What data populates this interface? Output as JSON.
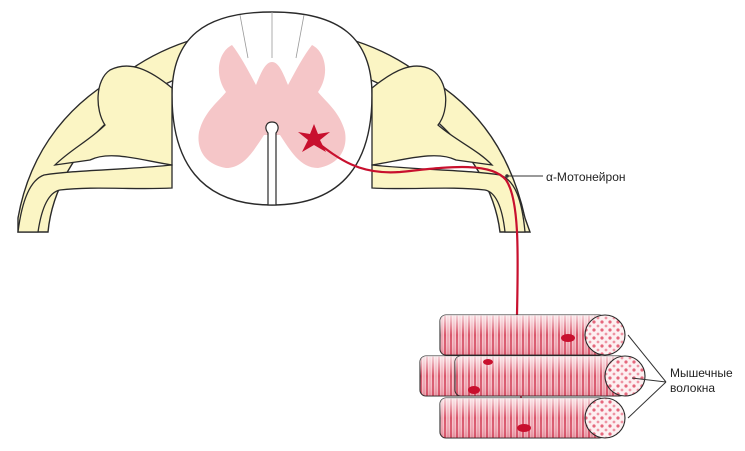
{
  "labels": {
    "motoneuron": "α-Мотонейрон",
    "fibers_line1": "Мышечные",
    "fibers_line2": "волокна"
  },
  "colors": {
    "nerve_yellow": "#fbf5c4",
    "grey_matter": "#f5c6c8",
    "neuron_red": "#c8102e",
    "outline": "#2a2a2a",
    "muscle_pink": "#f2b3bc",
    "muscle_stripe": "#d4485e"
  }
}
